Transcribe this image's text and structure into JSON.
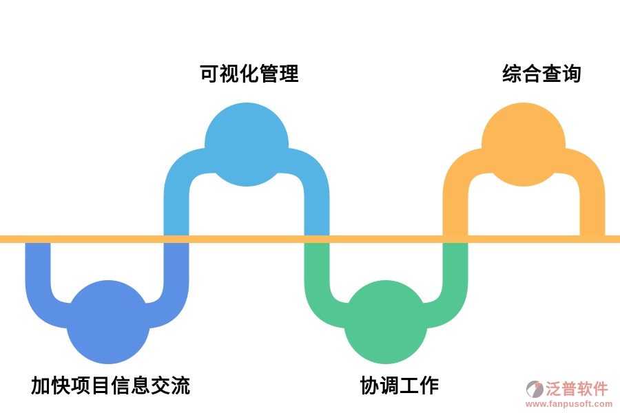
{
  "diagram": {
    "title": "",
    "baseline_color": "#FDBB5C",
    "background_color": "#FFFFFF",
    "label_color": "#000000",
    "nodes": [
      {
        "label": "加快项目信息交流",
        "color": "#5B90E4",
        "position": "bottom-left"
      },
      {
        "label": "可视化管理",
        "color": "#55B4E3",
        "position": "top-left"
      },
      {
        "label": "协调工作",
        "color": "#53C792",
        "position": "bottom-middle"
      },
      {
        "label": "综合查询",
        "color": "#FCB857",
        "position": "top-right"
      }
    ]
  },
  "watermark": {
    "brand": "泛普软件",
    "url": "www.fanpusoft.com",
    "text_color": "#E5847B",
    "icon_color": "#9C8E96",
    "icon_accent_color": "#E5847B"
  }
}
